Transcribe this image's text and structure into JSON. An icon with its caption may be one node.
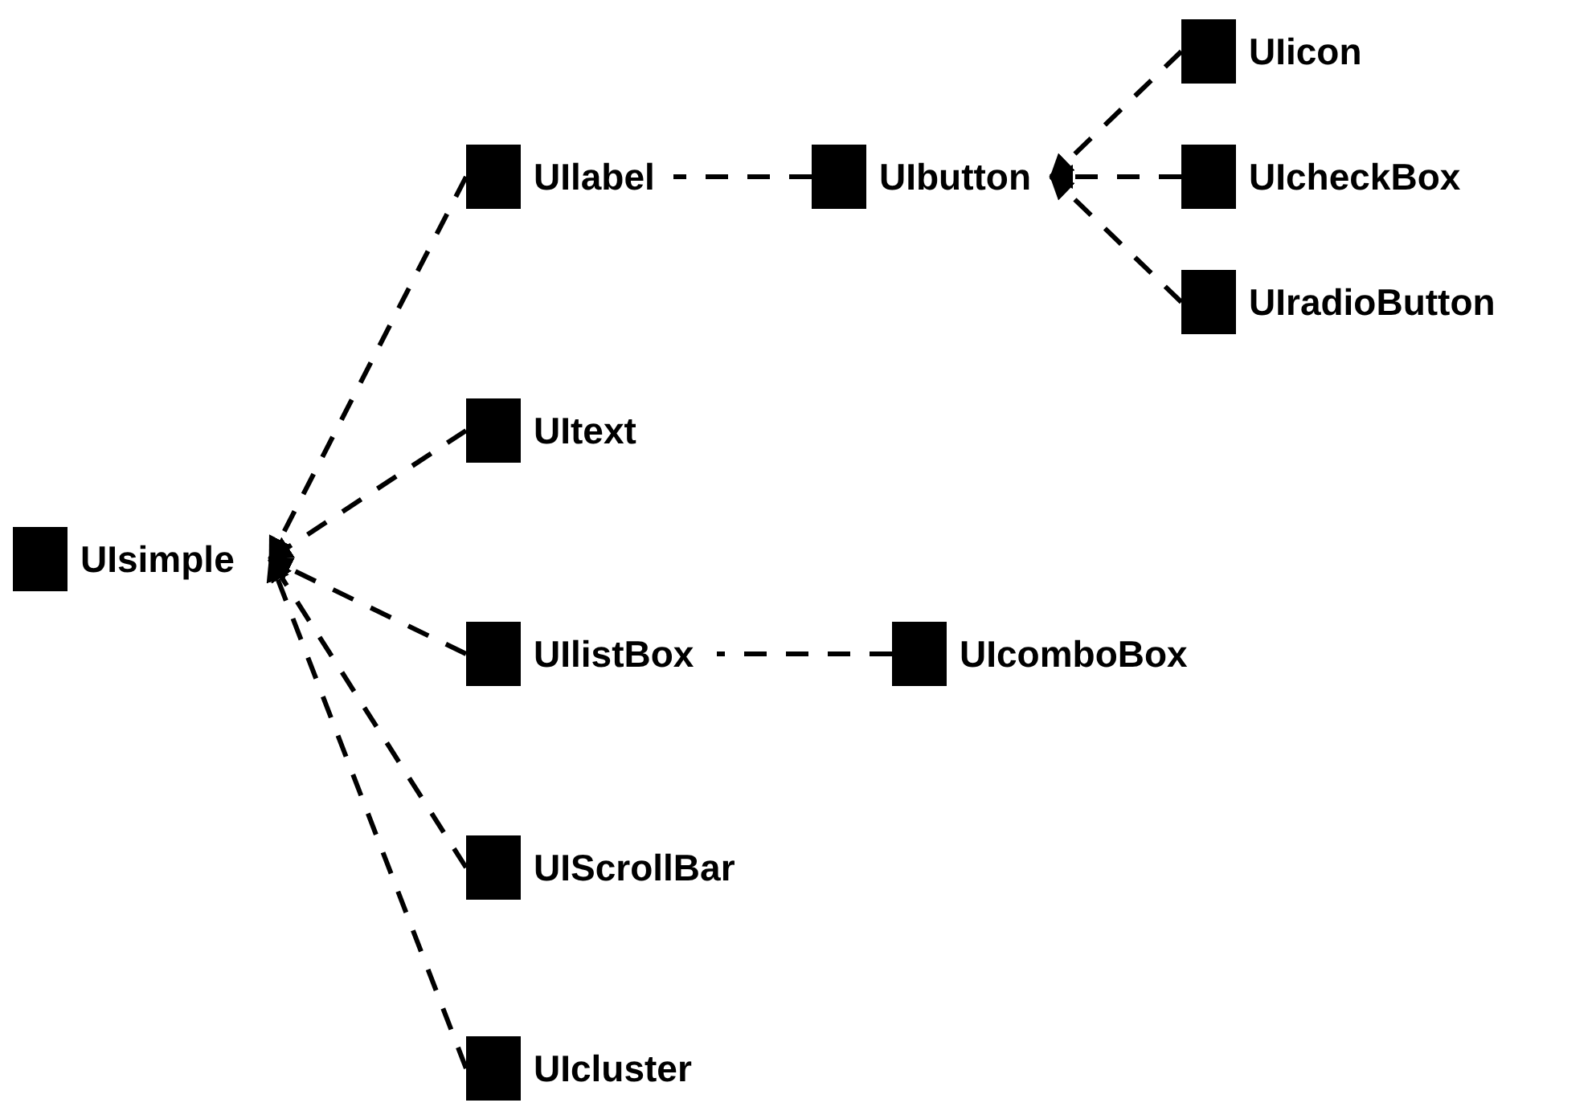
{
  "diagram": {
    "nodes": [
      {
        "text": [
          "UIsimple"
        ]
      },
      {
        "text": [
          "UIlabel"
        ]
      },
      {
        "text": [
          "UIbutton"
        ]
      },
      {
        "text": [
          "UIicon"
        ]
      },
      {
        "text": [
          "UIcheckBox"
        ]
      },
      {
        "text": [
          "UIradioButton"
        ]
      },
      {
        "text": [
          "UItext"
        ]
      },
      {
        "text": [
          "UIlistBox"
        ]
      },
      {
        "text": [
          "UIcomboBox"
        ]
      },
      {
        "text": [
          "UIScrollBar"
        ]
      },
      {
        "text": [
          "UIcluster"
        ]
      }
    ],
    "edges": [
      {
        "from": 1,
        "to": 0,
        "arrow": "to",
        "style": "dashed"
      },
      {
        "from": 6,
        "to": 0,
        "arrow": "to",
        "style": "dashed"
      },
      {
        "from": 7,
        "to": 0,
        "arrow": "to",
        "style": "dashed"
      },
      {
        "from": 9,
        "to": 0,
        "arrow": "to",
        "style": "dashed"
      },
      {
        "from": 10,
        "to": 0,
        "arrow": "to",
        "style": "dashed"
      },
      {
        "from": 2,
        "to": 1,
        "arrow": "none",
        "style": "dashed"
      },
      {
        "from": 3,
        "to": 2,
        "arrow": "to",
        "style": "dashed"
      },
      {
        "from": 4,
        "to": 2,
        "arrow": "to",
        "style": "dashed"
      },
      {
        "from": 5,
        "to": 2,
        "arrow": "to",
        "style": "dashed"
      },
      {
        "from": 8,
        "to": 7,
        "arrow": "none",
        "style": "dashed"
      }
    ]
  }
}
